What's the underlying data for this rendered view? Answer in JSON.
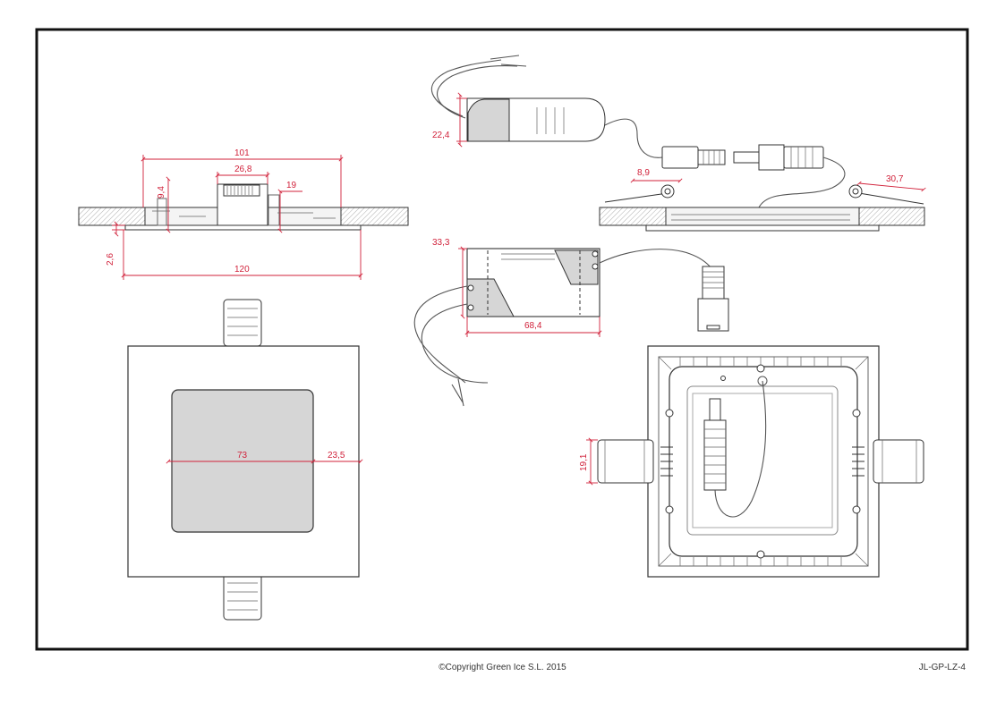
{
  "colors": {
    "dimension": "#d1213a",
    "frame": "#111111",
    "line": "#333333",
    "fill_gray": "#d6d6d6",
    "hatch": "#999999"
  },
  "dimensions": {
    "side_total": "101",
    "side_driver": "26,8",
    "side_height": "9,4",
    "side_depth": "19",
    "side_thickness": "2,6",
    "side_width": "120",
    "driver_height": "22,4",
    "spring_left": "8,9",
    "spring_right": "30,7",
    "driver_top_height": "33,3",
    "driver_top_length": "68,4",
    "front_panel": "73",
    "front_border": "23,5",
    "back_spring": "19,1"
  },
  "footer": {
    "copyright": "©Copyright Green Ice S.L. 2015",
    "code": "JL-GP-LZ-4"
  }
}
